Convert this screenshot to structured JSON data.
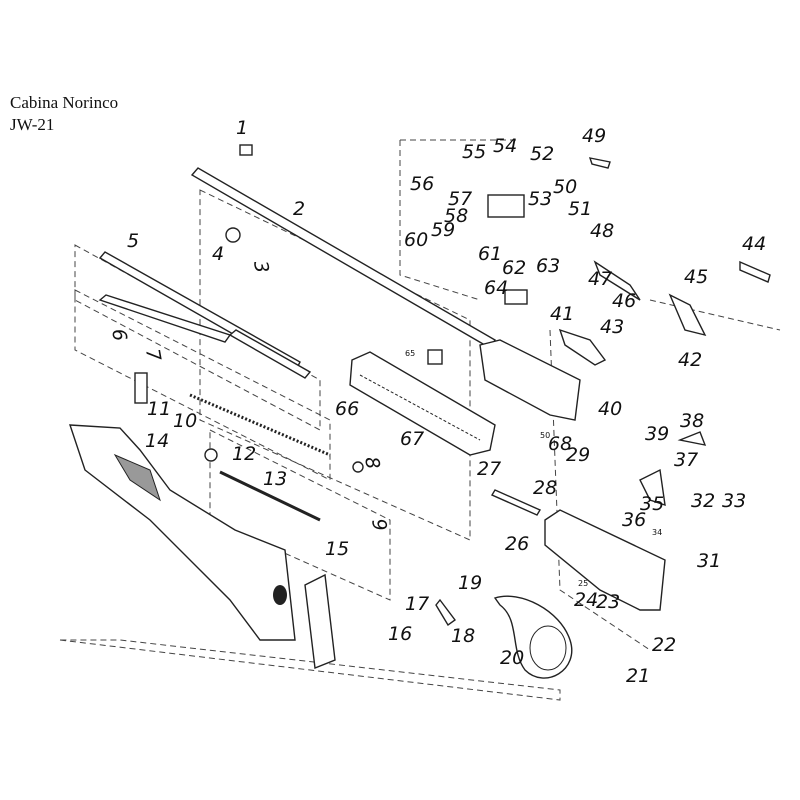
{
  "title": "Cabina Norinco",
  "model": "JW-21",
  "part_numbers": [
    "1",
    "2",
    "3",
    "4",
    "5",
    "6",
    "7",
    "8",
    "9",
    "10",
    "11",
    "12",
    "13",
    "14",
    "15",
    "16",
    "17",
    "18",
    "19",
    "20",
    "21",
    "22",
    "23",
    "24",
    "26",
    "27",
    "28",
    "29",
    "31",
    "32",
    "33",
    "35",
    "36",
    "37",
    "38",
    "39",
    "40",
    "41",
    "42",
    "43",
    "44",
    "45",
    "46",
    "47",
    "48",
    "49",
    "50",
    "51",
    "52",
    "53",
    "54",
    "55",
    "56",
    "57",
    "58",
    "59",
    "60",
    "61",
    "62",
    "63",
    "64",
    "66",
    "67",
    "68"
  ],
  "small_labels": [
    "65",
    "50",
    "25",
    "34"
  ]
}
